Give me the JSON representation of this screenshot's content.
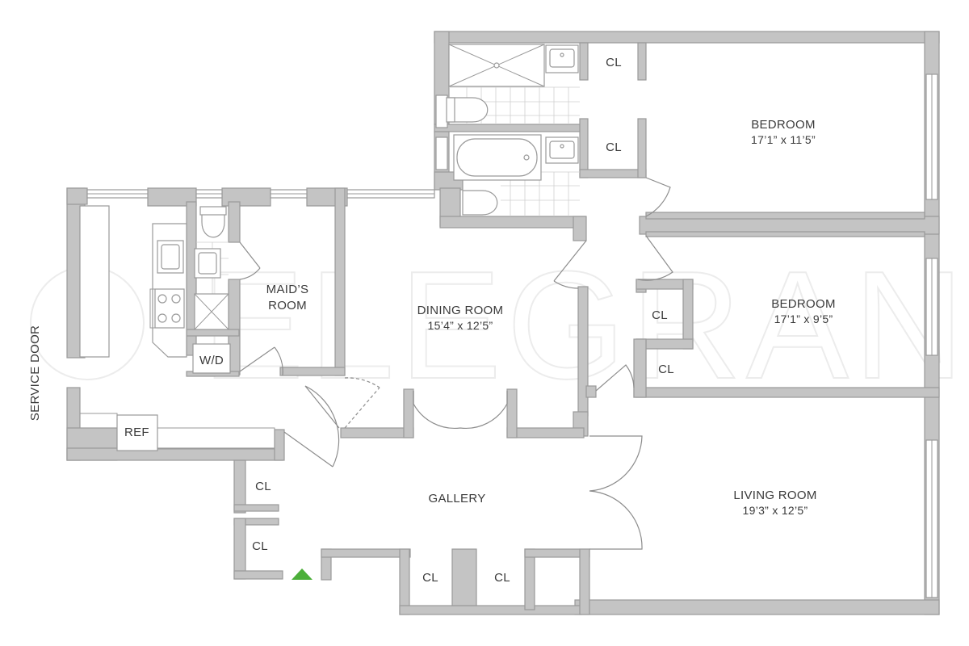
{
  "rooms": {
    "bedroom_1": {
      "name": "BEDROOM",
      "size": "17’1” x 11’5”"
    },
    "bedroom_2": {
      "name": "BEDROOM",
      "size": "17’1” x 9’5”"
    },
    "dining": {
      "name": "DINING ROOM",
      "size": "15’4” x 12’5”"
    },
    "living": {
      "name": "LIVING ROOM",
      "size": "19’3” x 12’5”"
    },
    "maids": {
      "name_line1": "MAID’S",
      "name_line2": "ROOM"
    },
    "gallery": {
      "name": "GALLERY"
    }
  },
  "closets": {
    "cl_top": "CL",
    "cl_mid": "CL",
    "cl_bed2_upper": "CL",
    "cl_bed2_lower": "CL",
    "cl_gallery_upper": "CL",
    "cl_gallery_lower": "CL",
    "cl_bottom_left": "CL",
    "cl_bottom_right": "CL"
  },
  "fixtures": {
    "washer_dryer": "W/D",
    "refrigerator": "REF"
  },
  "service_door": "SERVICE DOOR",
  "watermark": "ELEGRAN",
  "colors": {
    "wall_fill": "#c4c4c4",
    "wall_stroke": "#9a9a9a",
    "entry_marker": "#4caf3a",
    "text": "#3a3a3a"
  }
}
